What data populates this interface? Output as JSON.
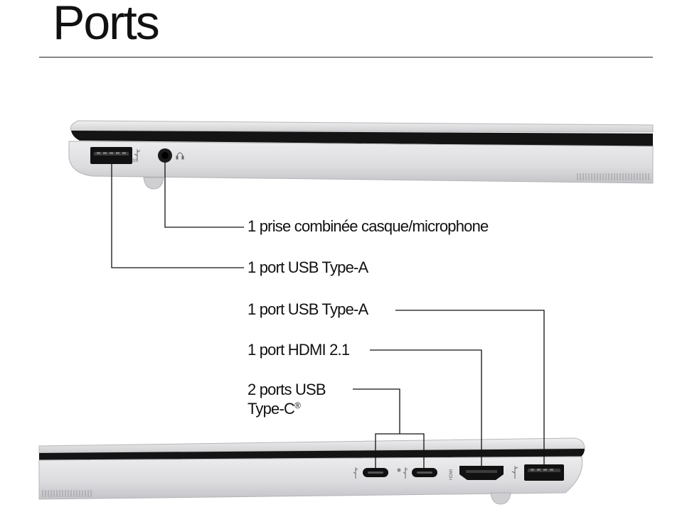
{
  "page": {
    "title": "Ports"
  },
  "callouts": {
    "audio_jack": "1 prise combinée casque/microphone",
    "usb_a_left": "1 port USB Type-A",
    "usb_a_right": "1 port USB Type-A",
    "hdmi": "1 port HDMI 2.1",
    "usb_c_line1": "2 ports USB",
    "usb_c_line2": "Type-C",
    "usb_c_mark": "®"
  },
  "port_markings": {
    "hdmi": "HDMI",
    "usb_speed": "SS"
  },
  "colors": {
    "chassis": "#d9d9db",
    "chassis_shadow": "#b9b9bc",
    "port_black": "#111111",
    "leader_line": "#111111"
  },
  "icons": {
    "usb": "usb-icon",
    "headphone": "headphone-icon"
  }
}
